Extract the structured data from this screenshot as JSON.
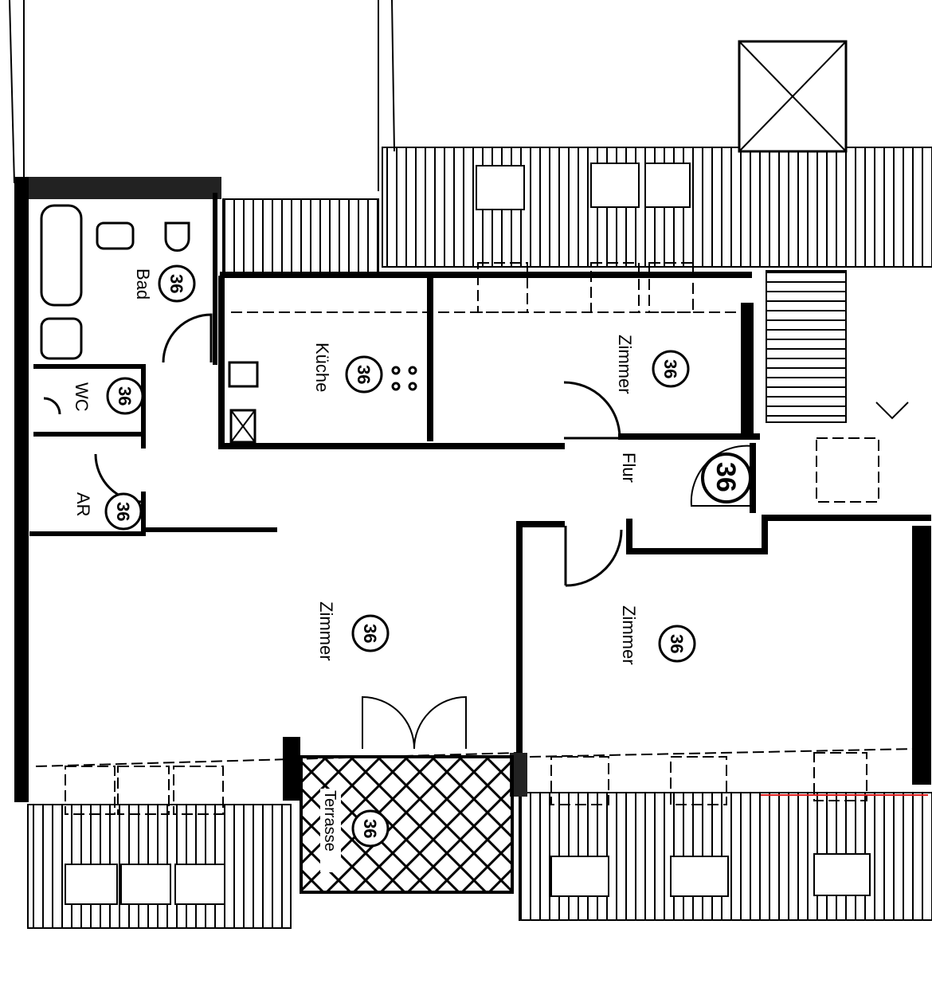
{
  "rooms": [
    {
      "id": "bad",
      "label": "Bad",
      "number": "36"
    },
    {
      "id": "kueche",
      "label": "Küche",
      "number": "36"
    },
    {
      "id": "wc",
      "label": "WC",
      "number": "36"
    },
    {
      "id": "ar",
      "label": "AR",
      "number": "36"
    },
    {
      "id": "zimmer-top",
      "label": "Zimmer",
      "number": "36"
    },
    {
      "id": "flur",
      "label": "Flur",
      "number": "36"
    },
    {
      "id": "zimmer-left",
      "label": "Zimmer",
      "number": "36"
    },
    {
      "id": "zimmer-right",
      "label": "Zimmer",
      "number": "36"
    },
    {
      "id": "terrasse",
      "label": "Terrasse",
      "number": "36"
    }
  ],
  "colors": {
    "line": "#000000",
    "accent": "#e02020"
  }
}
